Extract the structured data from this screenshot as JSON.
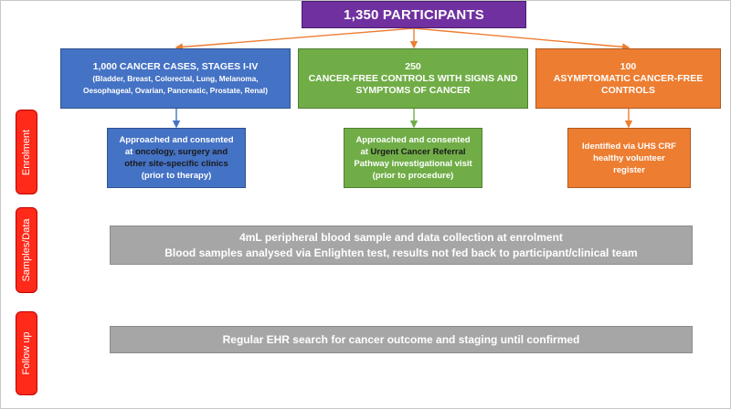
{
  "title": "1,350 PARTICIPANTS",
  "categories": {
    "cases": {
      "heading": "1,000 CANCER CASES, STAGES I-IV",
      "detail_line1": "(Bladder, Breast, Colorectal, Lung, Melanoma,",
      "detail_line2": "Oesophageal, Ovarian, Pancreatic, Prostate, Renal)"
    },
    "controls": {
      "count": "250",
      "line1": "CANCER-FREE CONTROLS WITH SIGNS AND",
      "line2": "SYMPTOMS OF CANCER"
    },
    "asymptomatic": {
      "count": "100",
      "line1": "ASYMPTOMATIC CANCER-FREE",
      "line2": "CONTROLS"
    }
  },
  "enrolment": {
    "cases": {
      "line1": "Approached and consented",
      "at": "at",
      "highlight1": "oncology, surgery and",
      "highlight2": "other site-specific clinics",
      "line4": "(prior to therapy)"
    },
    "controls": {
      "line1": "Approached and consented",
      "at": "at",
      "highlight1": "Urgent Cancer Referral",
      "line3": "Pathway investigational visit",
      "line4": "(prior to procedure)"
    },
    "asymptomatic": {
      "line1": "Identified via UHS CRF",
      "line2": "healthy volunteer",
      "line3": "register"
    }
  },
  "samples": {
    "line1": "4mL peripheral blood sample and data collection at enrolment",
    "line2": "Blood samples analysed via Enlighten test, results not fed back to participant/clinical team"
  },
  "follow_up": {
    "text": "Regular EHR search for cancer outcome and staging until confirmed"
  },
  "side_labels": {
    "enrolment": "Enrolment",
    "samples": "Samples/Data",
    "follow_up": "Follow up"
  },
  "colors": {
    "purple": "#7030a0",
    "blue": "#4472c4",
    "green": "#70ad47",
    "orange": "#ed7d31",
    "gray": "#a6a6a6",
    "red": "#ff2a1a"
  }
}
